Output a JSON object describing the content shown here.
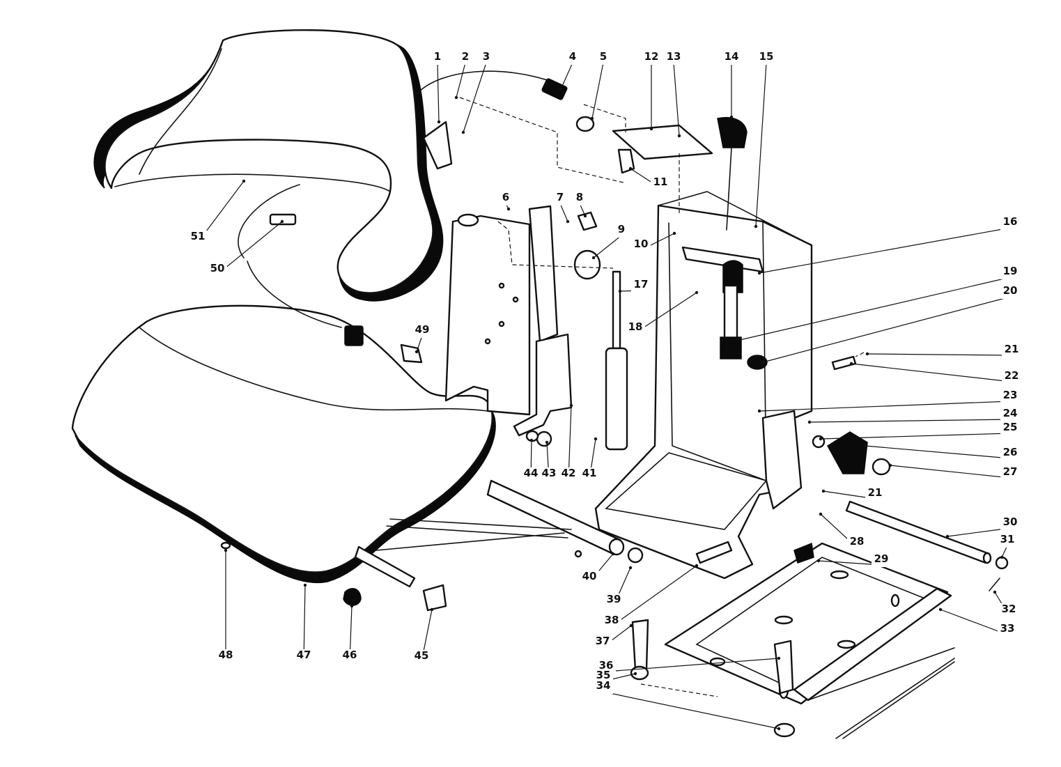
{
  "diagram": {
    "callouts": [
      {
        "label": "1"
      },
      {
        "label": "2"
      },
      {
        "label": "3"
      },
      {
        "label": "4"
      },
      {
        "label": "5"
      },
      {
        "label": "12"
      },
      {
        "label": "13"
      },
      {
        "label": "14"
      },
      {
        "label": "15"
      },
      {
        "label": "11"
      },
      {
        "label": "6"
      },
      {
        "label": "7"
      },
      {
        "label": "8"
      },
      {
        "label": "9"
      },
      {
        "label": "10"
      },
      {
        "label": "16"
      },
      {
        "label": "17"
      },
      {
        "label": "51"
      },
      {
        "label": "50"
      },
      {
        "label": "18"
      },
      {
        "label": "19"
      },
      {
        "label": "20"
      },
      {
        "label": "49"
      },
      {
        "label": "21"
      },
      {
        "label": "22"
      },
      {
        "label": "23"
      },
      {
        "label": "24"
      },
      {
        "label": "25"
      },
      {
        "label": "26"
      },
      {
        "label": "27"
      },
      {
        "label": "44"
      },
      {
        "label": "43"
      },
      {
        "label": "42"
      },
      {
        "label": "41"
      },
      {
        "label": "21"
      },
      {
        "label": "30"
      },
      {
        "label": "28"
      },
      {
        "label": "31"
      },
      {
        "label": "29"
      },
      {
        "label": "40"
      },
      {
        "label": "39"
      },
      {
        "label": "32"
      },
      {
        "label": "38"
      },
      {
        "label": "33"
      },
      {
        "label": "37"
      },
      {
        "label": "48"
      },
      {
        "label": "47"
      },
      {
        "label": "46"
      },
      {
        "label": "45"
      },
      {
        "label": "36"
      },
      {
        "label": "35"
      },
      {
        "label": "34"
      }
    ]
  }
}
